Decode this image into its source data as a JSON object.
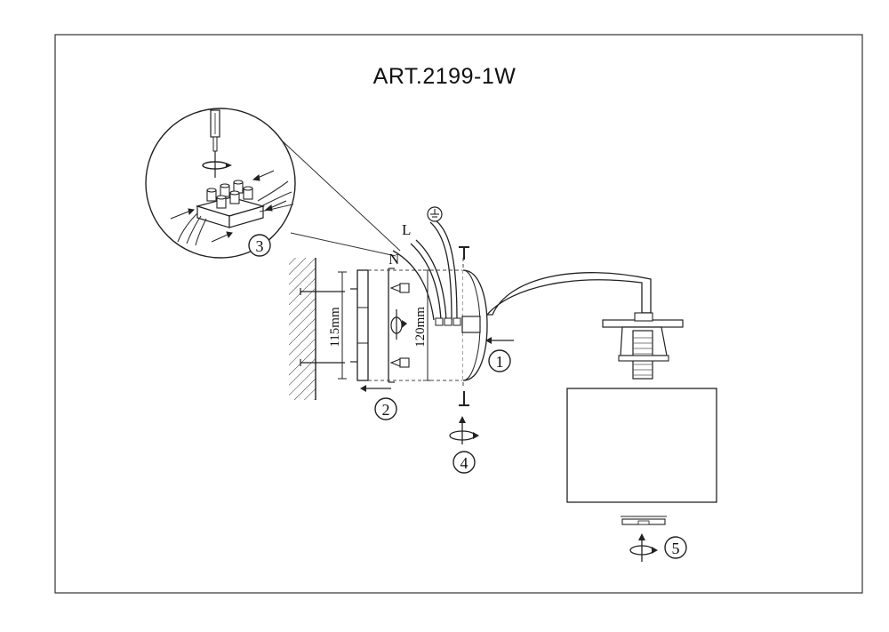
{
  "title": "ART.2199-1W",
  "dimensions": {
    "mount_height": "115mm",
    "body_height": "120mm"
  },
  "wire_labels": {
    "live": "L",
    "neutral": "N"
  },
  "icons": {
    "ground": "ground-symbol-icon",
    "screwdriver": "screwdriver-icon",
    "rotate": "rotate-arrow-icon"
  },
  "steps": [
    {
      "number": "1",
      "desc": "step-1-slide-body"
    },
    {
      "number": "2",
      "desc": "step-2-mount-plate"
    },
    {
      "number": "3",
      "desc": "step-3-connect-wires"
    },
    {
      "number": "4",
      "desc": "step-4-screw"
    },
    {
      "number": "5",
      "desc": "step-5-shade-ring"
    }
  ]
}
